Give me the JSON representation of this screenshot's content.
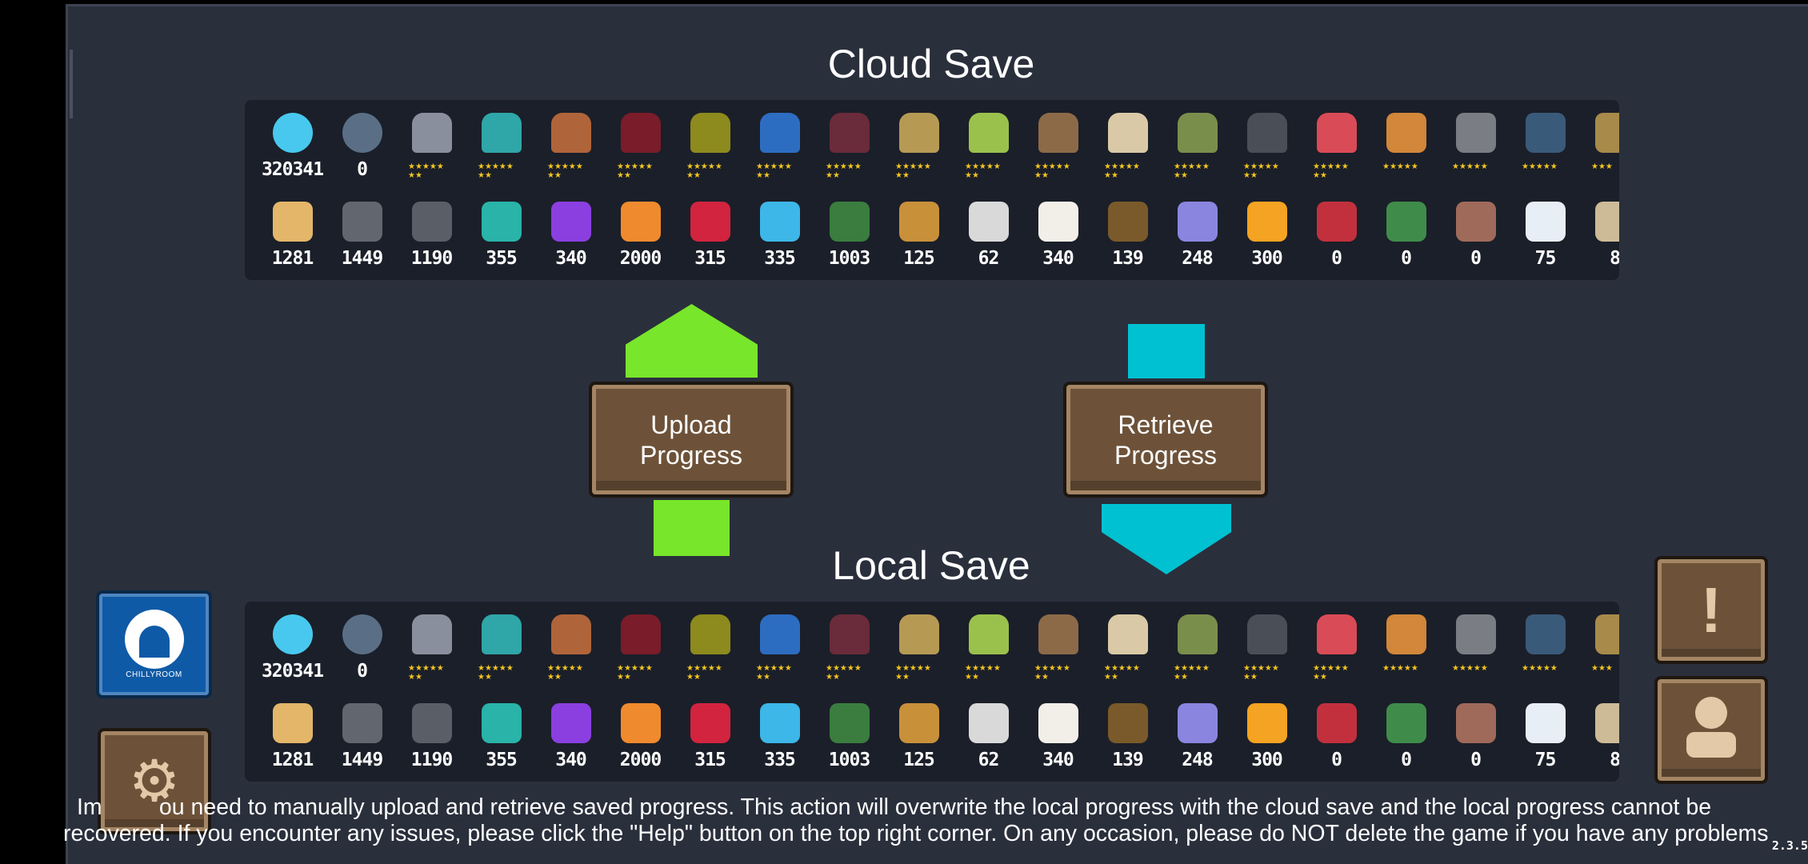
{
  "titles": {
    "cloud": "Cloud Save",
    "local": "Local Save"
  },
  "buttons": {
    "upload": "Upload\nProgress",
    "retrieve": "Retrieve\nProgress"
  },
  "cloud": {
    "row1": [
      {
        "kind": "currency",
        "icon": "gems-icon",
        "color": "#48c8ee",
        "value": "320341"
      },
      {
        "kind": "currency",
        "icon": "feather-coin-icon",
        "color": "#5a6f86",
        "value": "0"
      },
      {
        "kind": "hero",
        "icon": "knight-hero-icon",
        "color": "#8a8f9e",
        "stars": "★★★★★\n★★"
      },
      {
        "kind": "hero",
        "icon": "rogue-hero-icon",
        "color": "#2fa6a8",
        "stars": "★★★★★\n★★"
      },
      {
        "kind": "hero",
        "icon": "wizard-hero-icon",
        "color": "#b0643a",
        "stars": "★★★★★\n★★"
      },
      {
        "kind": "hero",
        "icon": "assassin-hero-icon",
        "color": "#7a1c2a",
        "stars": "★★★★★\n★★"
      },
      {
        "kind": "hero",
        "icon": "engineer-hero-icon",
        "color": "#8d8a1e",
        "stars": "★★★★★\n★★"
      },
      {
        "kind": "hero",
        "icon": "robot-hero-icon",
        "color": "#2d6dc1",
        "stars": "★★★★★\n★★"
      },
      {
        "kind": "hero",
        "icon": "vampire-hero-icon",
        "color": "#6a2b3a",
        "stars": "★★★★★\n★★"
      },
      {
        "kind": "hero",
        "icon": "paladin-hero-icon",
        "color": "#b69a54",
        "stars": "★★★★★\n★★"
      },
      {
        "kind": "hero",
        "icon": "elf-hero-icon",
        "color": "#9bc14d",
        "stars": "★★★★★\n★★"
      },
      {
        "kind": "hero",
        "icon": "werewolf-hero-icon",
        "color": "#8c6a48",
        "stars": "★★★★★\n★★"
      },
      {
        "kind": "hero",
        "icon": "priestess-hero-icon",
        "color": "#d9c9a6",
        "stars": "★★★★★\n★★"
      },
      {
        "kind": "hero",
        "icon": "druid-hero-icon",
        "color": "#7a8e4c",
        "stars": "★★★★★\n★★"
      },
      {
        "kind": "hero",
        "icon": "berserker-hero-icon",
        "color": "#4a4e57",
        "stars": "★★★★★\n★★"
      },
      {
        "kind": "hero",
        "icon": "dancer-hero-icon",
        "color": "#d94b56",
        "stars": "★★★★★\n★★"
      },
      {
        "kind": "pet",
        "icon": "cat-pet-icon",
        "color": "#d2873a",
        "stars": "★★★★★"
      },
      {
        "kind": "pet",
        "icon": "pumpkin-pet-icon",
        "color": "#7b7d84",
        "stars": "★★★★★"
      },
      {
        "kind": "pet",
        "icon": "shield-pet-icon",
        "color": "#3a5a7a",
        "stars": "★★★★★"
      },
      {
        "kind": "pet",
        "icon": "partial-pet-icon",
        "color": "#a88a4a",
        "stars": "★★★"
      }
    ],
    "row2": [
      {
        "icon": "wood-plank-icon",
        "color": "#e3b66a",
        "value": "1281"
      },
      {
        "icon": "iron-ore-icon",
        "color": "#62676f",
        "value": "1449"
      },
      {
        "icon": "gear-part-icon",
        "color": "#5a5e66",
        "value": "1190"
      },
      {
        "icon": "teal-crystal-icon",
        "color": "#29b3a9",
        "value": "355"
      },
      {
        "icon": "purple-crystal-icon",
        "color": "#8b3fe0",
        "value": "340"
      },
      {
        "icon": "orange-gem-icon",
        "color": "#f08a2e",
        "value": "2000"
      },
      {
        "icon": "red-crystal-icon",
        "color": "#d2243e",
        "value": "315"
      },
      {
        "icon": "blue-crystal-icon",
        "color": "#3cb7e8",
        "value": "335"
      },
      {
        "icon": "battery-icon",
        "color": "#3a7d3f",
        "value": "1003"
      },
      {
        "icon": "horn-icon",
        "color": "#c9903a",
        "value": "125"
      },
      {
        "icon": "circuit-chip-icon",
        "color": "#d9d9d9",
        "value": "62"
      },
      {
        "icon": "cotton-sack-icon",
        "color": "#f2efe8",
        "value": "340"
      },
      {
        "icon": "telescope-icon",
        "color": "#7a5a2a",
        "value": "139"
      },
      {
        "icon": "star-shard-icon",
        "color": "#8a86e0",
        "value": "248"
      },
      {
        "icon": "fire-spark-icon",
        "color": "#f5a322",
        "value": "300"
      },
      {
        "icon": "red-box-icon",
        "color": "#c2303d",
        "value": "0"
      },
      {
        "icon": "green-tool-icon",
        "color": "#3f8c4a",
        "value": "0"
      },
      {
        "icon": "totem-icon",
        "color": "#a06a5a",
        "value": "0"
      },
      {
        "icon": "white-feather-icon",
        "color": "#e8eef5",
        "value": "75"
      },
      {
        "icon": "scroll-icon",
        "color": "#cdbb98",
        "value": "8"
      }
    ]
  },
  "local": {
    "row1": [
      {
        "kind": "currency",
        "icon": "gems-icon",
        "color": "#48c8ee",
        "value": "320341"
      },
      {
        "kind": "currency",
        "icon": "feather-coin-icon",
        "color": "#5a6f86",
        "value": "0"
      },
      {
        "kind": "hero",
        "icon": "knight-hero-icon",
        "color": "#8a8f9e",
        "stars": "★★★★★\n★★"
      },
      {
        "kind": "hero",
        "icon": "rogue-hero-icon",
        "color": "#2fa6a8",
        "stars": "★★★★★\n★★"
      },
      {
        "kind": "hero",
        "icon": "wizard-hero-icon",
        "color": "#b0643a",
        "stars": "★★★★★\n★★"
      },
      {
        "kind": "hero",
        "icon": "assassin-hero-icon",
        "color": "#7a1c2a",
        "stars": "★★★★★\n★★"
      },
      {
        "kind": "hero",
        "icon": "engineer-hero-icon",
        "color": "#8d8a1e",
        "stars": "★★★★★\n★★"
      },
      {
        "kind": "hero",
        "icon": "robot-hero-icon",
        "color": "#2d6dc1",
        "stars": "★★★★★\n★★"
      },
      {
        "kind": "hero",
        "icon": "vampire-hero-icon",
        "color": "#6a2b3a",
        "stars": "★★★★★\n★★"
      },
      {
        "kind": "hero",
        "icon": "paladin-hero-icon",
        "color": "#b69a54",
        "stars": "★★★★★\n★★"
      },
      {
        "kind": "hero",
        "icon": "elf-hero-icon",
        "color": "#9bc14d",
        "stars": "★★★★★\n★★"
      },
      {
        "kind": "hero",
        "icon": "werewolf-hero-icon",
        "color": "#8c6a48",
        "stars": "★★★★★\n★★"
      },
      {
        "kind": "hero",
        "icon": "priestess-hero-icon",
        "color": "#d9c9a6",
        "stars": "★★★★★\n★★"
      },
      {
        "kind": "hero",
        "icon": "druid-hero-icon",
        "color": "#7a8e4c",
        "stars": "★★★★★\n★★"
      },
      {
        "kind": "hero",
        "icon": "berserker-hero-icon",
        "color": "#4a4e57",
        "stars": "★★★★★\n★★"
      },
      {
        "kind": "hero",
        "icon": "dancer-hero-icon",
        "color": "#d94b56",
        "stars": "★★★★★\n★★"
      },
      {
        "kind": "pet",
        "icon": "cat-pet-icon",
        "color": "#d2873a",
        "stars": "★★★★★"
      },
      {
        "kind": "pet",
        "icon": "pumpkin-pet-icon",
        "color": "#7b7d84",
        "stars": "★★★★★"
      },
      {
        "kind": "pet",
        "icon": "shield-pet-icon",
        "color": "#3a5a7a",
        "stars": "★★★★★"
      },
      {
        "kind": "pet",
        "icon": "partial-pet-icon",
        "color": "#a88a4a",
        "stars": "★★★"
      }
    ],
    "row2": [
      {
        "icon": "wood-plank-icon",
        "color": "#e3b66a",
        "value": "1281"
      },
      {
        "icon": "iron-ore-icon",
        "color": "#62676f",
        "value": "1449"
      },
      {
        "icon": "gear-part-icon",
        "color": "#5a5e66",
        "value": "1190"
      },
      {
        "icon": "teal-crystal-icon",
        "color": "#29b3a9",
        "value": "355"
      },
      {
        "icon": "purple-crystal-icon",
        "color": "#8b3fe0",
        "value": "340"
      },
      {
        "icon": "orange-gem-icon",
        "color": "#f08a2e",
        "value": "2000"
      },
      {
        "icon": "red-crystal-icon",
        "color": "#d2243e",
        "value": "315"
      },
      {
        "icon": "blue-crystal-icon",
        "color": "#3cb7e8",
        "value": "335"
      },
      {
        "icon": "battery-icon",
        "color": "#3a7d3f",
        "value": "1003"
      },
      {
        "icon": "horn-icon",
        "color": "#c9903a",
        "value": "125"
      },
      {
        "icon": "circuit-chip-icon",
        "color": "#d9d9d9",
        "value": "62"
      },
      {
        "icon": "cotton-sack-icon",
        "color": "#f2efe8",
        "value": "340"
      },
      {
        "icon": "telescope-icon",
        "color": "#7a5a2a",
        "value": "139"
      },
      {
        "icon": "star-shard-icon",
        "color": "#8a86e0",
        "value": "248"
      },
      {
        "icon": "fire-spark-icon",
        "color": "#f5a322",
        "value": "300"
      },
      {
        "icon": "red-box-icon",
        "color": "#c2303d",
        "value": "0"
      },
      {
        "icon": "green-tool-icon",
        "color": "#3f8c4a",
        "value": "0"
      },
      {
        "icon": "totem-icon",
        "color": "#a06a5a",
        "value": "0"
      },
      {
        "icon": "white-feather-icon",
        "color": "#e8eef5",
        "value": "75"
      },
      {
        "icon": "scroll-icon",
        "color": "#cdbb98",
        "value": "8"
      }
    ]
  },
  "side": {
    "alert_glyph": "!",
    "profile_glyph": "👤",
    "settings_glyph": "⚙",
    "logo_text": "CHILLYROOM"
  },
  "notice": {
    "line1": "Im         ou need to manually upload and retrieve saved progress. This action will overwrite the local progress with the cloud save and the local progress cannot be",
    "line2": "recovered. If you encounter any issues, please click the \"Help\" button on the top right corner. On any occasion, please do NOT delete the game if you have any problems"
  },
  "version": "2.3.5",
  "colors": {
    "background": "#2a2f3c",
    "panel": "#1b1f29",
    "upload_arrow": "#78e62b",
    "retrieve_arrow": "#00c1d1",
    "wood": "#6d5239",
    "star": "#f3c521"
  }
}
